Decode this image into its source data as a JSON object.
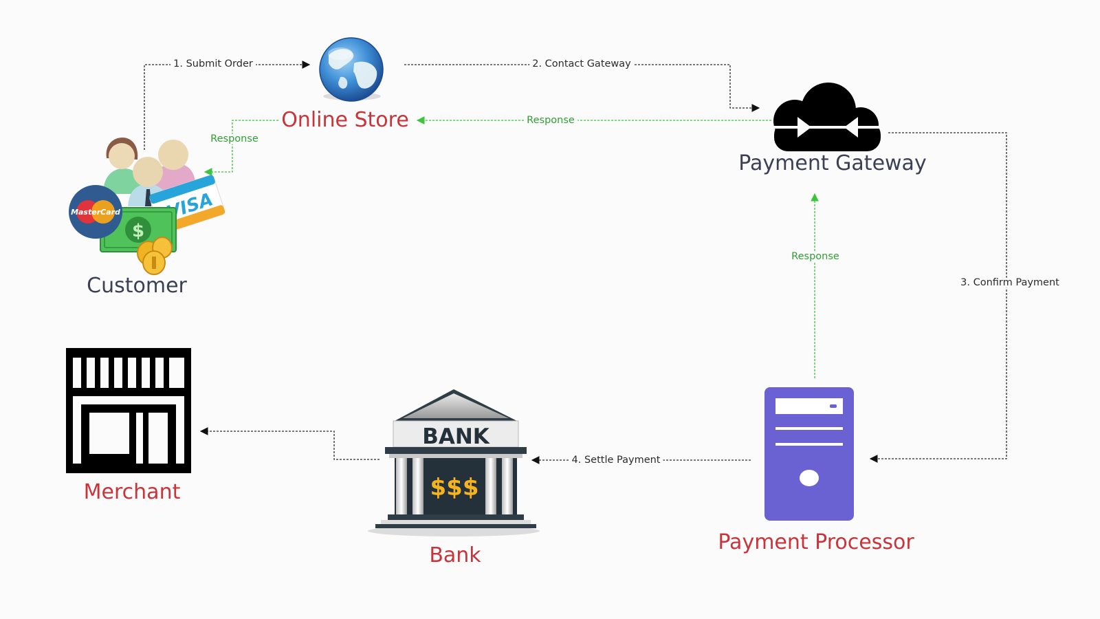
{
  "nodes": {
    "online_store": "Online Store",
    "payment_gateway": "Payment Gateway",
    "customer": "Customer",
    "merchant": "Merchant",
    "bank": "Bank",
    "payment_processor": "Payment Processor"
  },
  "edges": {
    "submit_order": "1. Submit Order",
    "contact_gateway": "2. Contact Gateway",
    "confirm_payment": "3. Confirm Payment",
    "settle_payment": "4. Settle Payment",
    "response_store_to_customer": "Response",
    "response_gateway_to_store": "Response",
    "response_processor_to_gateway": "Response"
  },
  "icons": {
    "bank_sign": "BANK",
    "bank_money": "$$$",
    "card_brand_1": "MasterCard",
    "card_brand_2": "VISA",
    "bill_symbol": "$"
  },
  "colors": {
    "node_label_red": "#c9343b",
    "node_label_dark": "#3d3f54",
    "flow_line": "#2b2b2b",
    "response_line": "#2f9e32",
    "processor_purple": "#6a62d2"
  }
}
